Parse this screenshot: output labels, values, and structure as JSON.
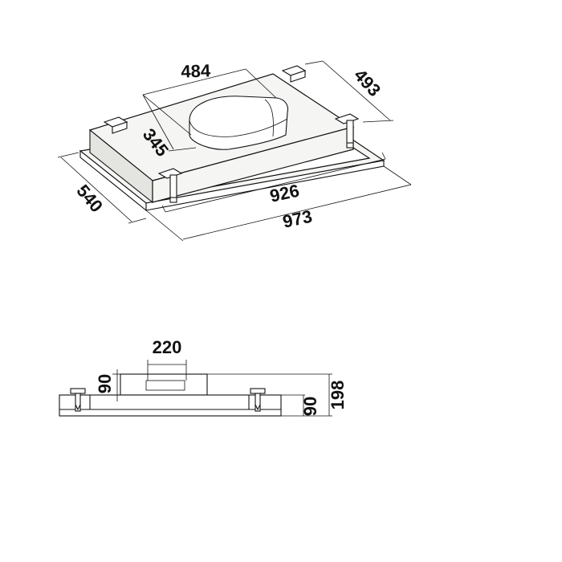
{
  "iso_view": {
    "dim_top_width": "484",
    "dim_right_depth": "493",
    "dim_inner_depth": "345",
    "dim_left_depth": "540",
    "dim_body_length": "926",
    "dim_frame_length": "973"
  },
  "side_view": {
    "dim_outlet_width": "220",
    "dim_outlet_height": "90",
    "dim_body_height": "90",
    "dim_total_height": "198"
  }
}
